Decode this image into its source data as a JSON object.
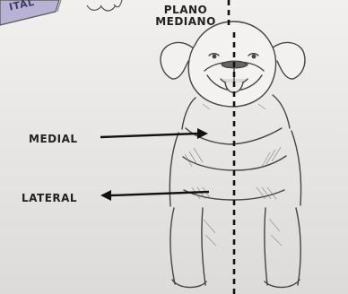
{
  "labels": {
    "corner_tag": "ITAL",
    "plane_line1": "PLANO",
    "plane_line2": "MEDIANO",
    "medial": "MEDIAL",
    "lateral": "LATERAL"
  },
  "colors": {
    "paper": "#ece9e8",
    "ink": "#222222",
    "tag_fill": "#b9b5d6"
  },
  "icons": {
    "medial_arrow": "arrow-right-icon",
    "lateral_arrow": "arrow-left-icon"
  }
}
